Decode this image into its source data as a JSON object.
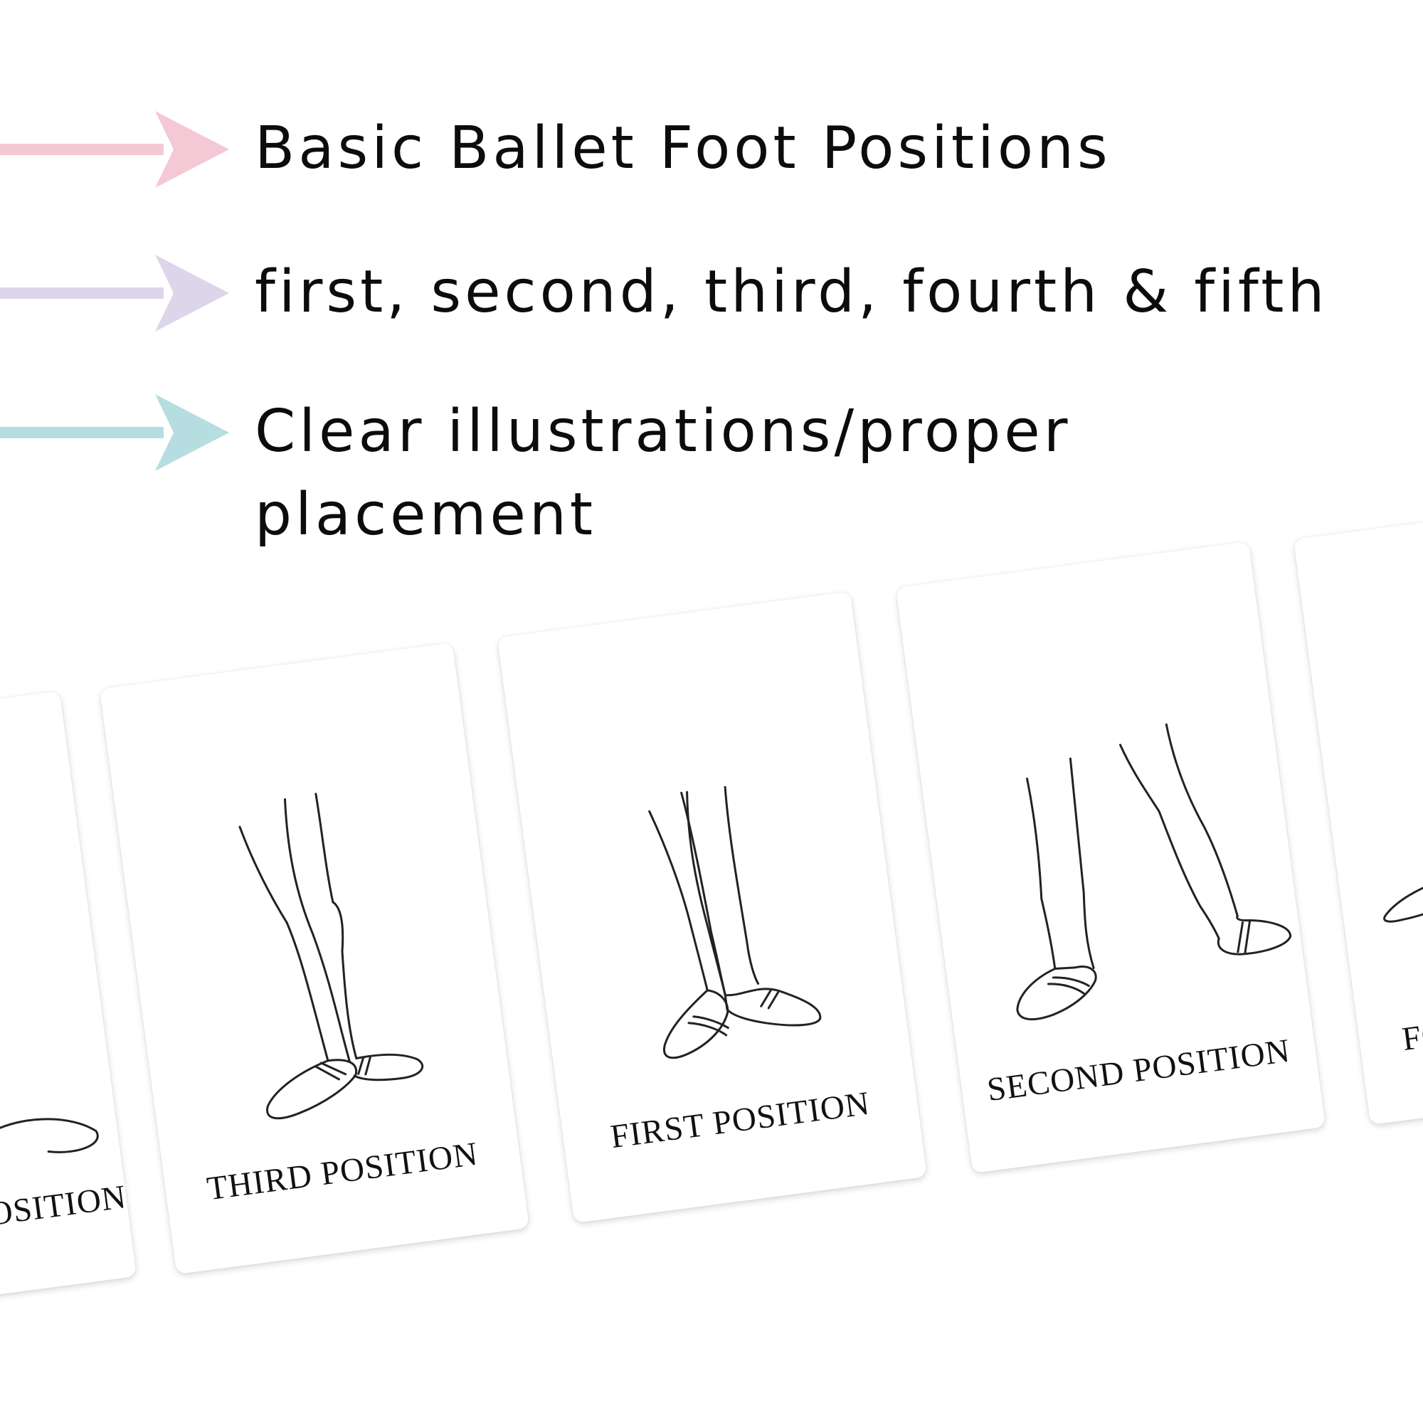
{
  "features": [
    {
      "text": "Basic Ballet Foot Positions",
      "arrow_color": "#f4c8d4",
      "arrow_icon": "arrow-right-icon"
    },
    {
      "text": "first, second, third, fourth & fifth",
      "arrow_color": "#ddd6ea",
      "arrow_icon": "arrow-right-icon"
    },
    {
      "text": "Clear illustrations/proper placement",
      "arrow_color": "#b6dde0",
      "arrow_icon": "arrow-right-icon"
    }
  ],
  "cards": [
    {
      "label": "FIFTH POSITION",
      "illustration": "fifth-position-feet-icon"
    },
    {
      "label": "THIRD POSITION",
      "illustration": "third-position-feet-icon"
    },
    {
      "label": "FIRST POSITION",
      "illustration": "first-position-feet-icon"
    },
    {
      "label": "SECOND POSITION",
      "illustration": "second-position-feet-icon"
    },
    {
      "label": "FOURTH POSITION",
      "illustration": "fourth-position-feet-icon"
    }
  ],
  "colors": {
    "background": "#ffffff",
    "text": "#0c0c0c",
    "line_art": "#222222"
  }
}
